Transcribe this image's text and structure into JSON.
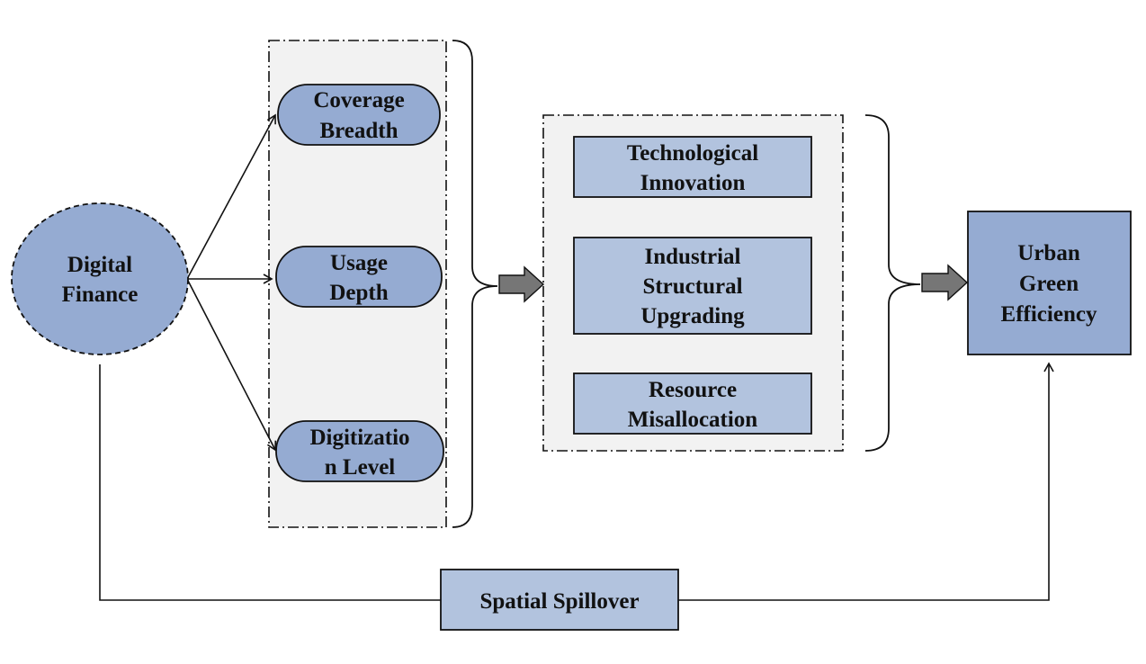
{
  "colors": {
    "node_fill": "#95abd2",
    "box_fill": "#b2c3de",
    "group_fill": "#f2f2f2",
    "stroke": "#111111",
    "arrow_fill": "#767676"
  },
  "source": {
    "line1": "Digital",
    "line2": "Finance"
  },
  "dimensions": {
    "coverage": {
      "line1": "Coverage",
      "line2": "Breadth"
    },
    "usage": {
      "line1": "Usage",
      "line2": "Depth"
    },
    "digitization": {
      "line1": "Digitizatio",
      "line2": "n Level"
    }
  },
  "mechanisms": {
    "tech": {
      "line1": "Technological",
      "line2": "Innovation"
    },
    "industrial": {
      "line1": "Industrial",
      "line2": "Structural",
      "line3": "Upgrading"
    },
    "resource": {
      "line1": "Resource",
      "line2": "Misallocation"
    }
  },
  "outcome": {
    "line1": "Urban",
    "line2": "Green",
    "line3": "Efficiency"
  },
  "spillover": {
    "label": "Spatial Spillover"
  }
}
